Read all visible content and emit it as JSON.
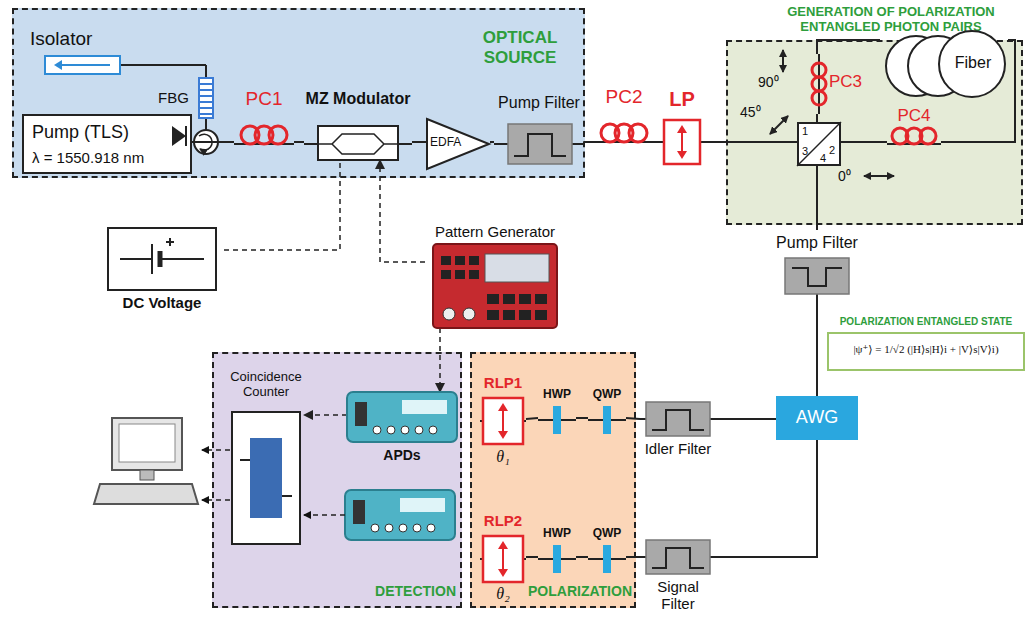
{
  "diagram": {
    "nodes": [
      {
        "text": [
          "OPTICAL SOURCE"
        ]
      },
      {
        "text": [
          "Pump (TLS)",
          "λ = 1550.918 nm"
        ],
        "in": 0
      },
      {
        "text": [
          "PC1"
        ],
        "in": 0
      },
      {
        "text": [
          "MZ Modulator"
        ],
        "in": 0
      },
      {
        "text": [
          "EDFA"
        ],
        "in": 0
      },
      {
        "text": [
          "Pump Filter"
        ],
        "in": 0
      },
      {
        "text": [
          "PC2"
        ]
      },
      {
        "text": [
          "LP"
        ]
      },
      {
        "text": [
          "GENERATION OF POLARIZATION ENTANGLED PHOTON PAIRS"
        ]
      },
      {
        "text": [
          "Fiber"
        ],
        "in": 8
      },
      {
        "text": [
          "PC3"
        ],
        "in": 8
      },
      {
        "text": [
          "1",
          "2",
          "3",
          "4"
        ],
        "in": 8
      },
      {
        "text": [
          "PC4"
        ],
        "in": 8
      },
      {
        "text": [
          "Pump Filter"
        ]
      },
      {
        "text": [
          "POLARIZATION ENTANGLED STATE",
          "|ψ⁺⟩ = 1/√2 (|H⟩s|H⟩i + |V⟩s|V⟩i)"
        ]
      },
      {
        "text": [
          "AWG"
        ]
      },
      {
        "text": [
          "Idler Filter"
        ]
      },
      {
        "text": [
          "Signal Filter"
        ]
      },
      {
        "text": [
          "POLARIZATION"
        ]
      },
      {
        "text": [
          "RLP1",
          "θ₁"
        ],
        "in": 18
      },
      {
        "text": [
          "HWP"
        ],
        "in": 18
      },
      {
        "text": [
          "QWP"
        ],
        "in": 18
      },
      {
        "text": [
          "RLP2",
          "θ₂"
        ],
        "in": 18
      },
      {
        "text": [
          "HWP"
        ],
        "in": 18
      },
      {
        "text": [
          "QWP"
        ],
        "in": 18
      },
      {
        "text": [
          "DETECTION"
        ]
      },
      {
        "text": [
          "Coincidence Counter"
        ],
        "in": 25
      },
      {
        "text": [
          "APDs"
        ],
        "in": 25
      },
      {
        "text": [
          "Pattern Generator"
        ]
      },
      {
        "text": [
          "DC Voltage"
        ]
      }
    ],
    "edges": [
      {
        "from": 1,
        "to": 2,
        "arrow": "none"
      },
      {
        "from": 2,
        "to": 3,
        "arrow": "none"
      },
      {
        "from": 3,
        "to": 4,
        "arrow": "none"
      },
      {
        "from": 4,
        "to": 5,
        "arrow": "none"
      },
      {
        "from": 5,
        "to": 6,
        "arrow": "none"
      },
      {
        "from": 6,
        "to": 7,
        "arrow": "none"
      },
      {
        "from": 7,
        "to": 11,
        "arrow": "none"
      },
      {
        "from": 11,
        "to": 10,
        "arrow": "none"
      },
      {
        "from": 10,
        "to": 9,
        "arrow": "none"
      },
      {
        "from": 11,
        "to": 12,
        "arrow": "none"
      },
      {
        "from": 12,
        "to": 9,
        "arrow": "none"
      },
      {
        "from": 11,
        "to": 13,
        "arrow": "none"
      },
      {
        "from": 13,
        "to": 15,
        "arrow": "none"
      },
      {
        "from": 15,
        "to": 16,
        "arrow": "none"
      },
      {
        "from": 15,
        "to": 17,
        "arrow": "none"
      },
      {
        "from": 16,
        "to": 21,
        "arrow": "none"
      },
      {
        "from": 21,
        "to": 20,
        "arrow": "none"
      },
      {
        "from": 20,
        "to": 19,
        "arrow": "none"
      },
      {
        "from": 17,
        "to": 24,
        "arrow": "none"
      },
      {
        "from": 24,
        "to": 23,
        "arrow": "none"
      },
      {
        "from": 23,
        "to": 22,
        "arrow": "none"
      },
      {
        "from": 28,
        "to": 3,
        "arrow": "to"
      },
      {
        "from": 29,
        "to": 3,
        "arrow": "none"
      },
      {
        "from": 28,
        "to": 27,
        "arrow": "to"
      },
      {
        "from": 27,
        "to": 26,
        "arrow": "to"
      }
    ],
    "labels": [
      "Isolator",
      "FBG",
      "90⁰",
      "45⁰",
      "0⁰"
    ]
  }
}
